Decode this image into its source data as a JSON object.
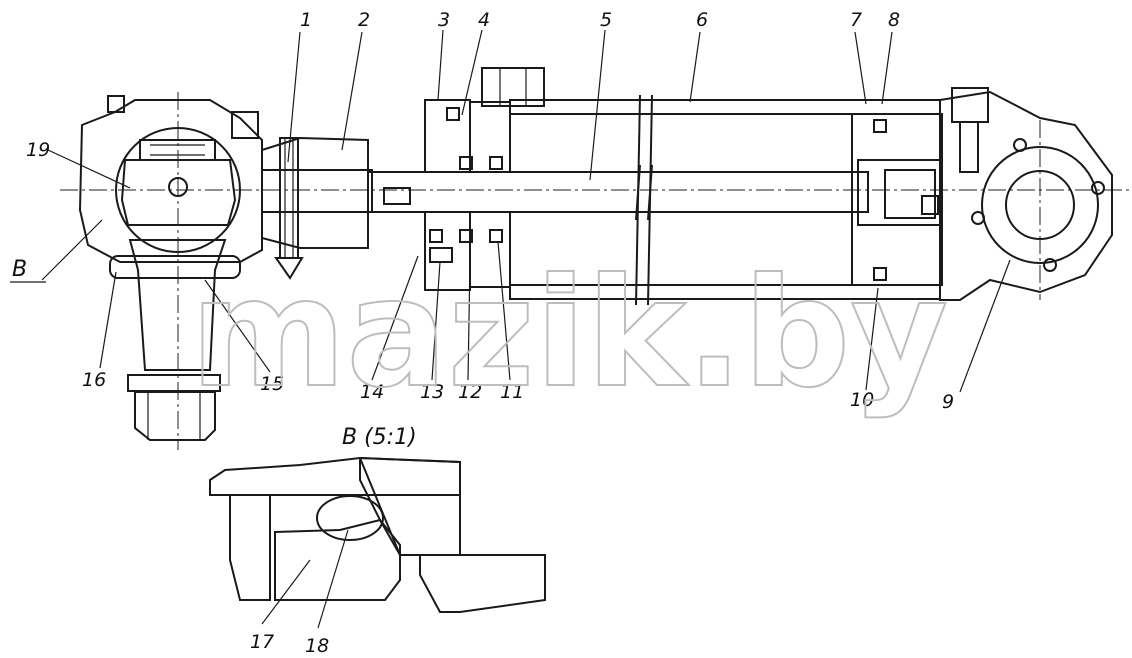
{
  "callouts": [
    "1",
    "2",
    "3",
    "4",
    "5",
    "6",
    "7",
    "8",
    "9",
    "10",
    "11",
    "12",
    "13",
    "14",
    "15",
    "16",
    "17",
    "18",
    "19"
  ],
  "view_marker": "B",
  "detail_title": "B (5:1)",
  "watermark": "mazik.by"
}
